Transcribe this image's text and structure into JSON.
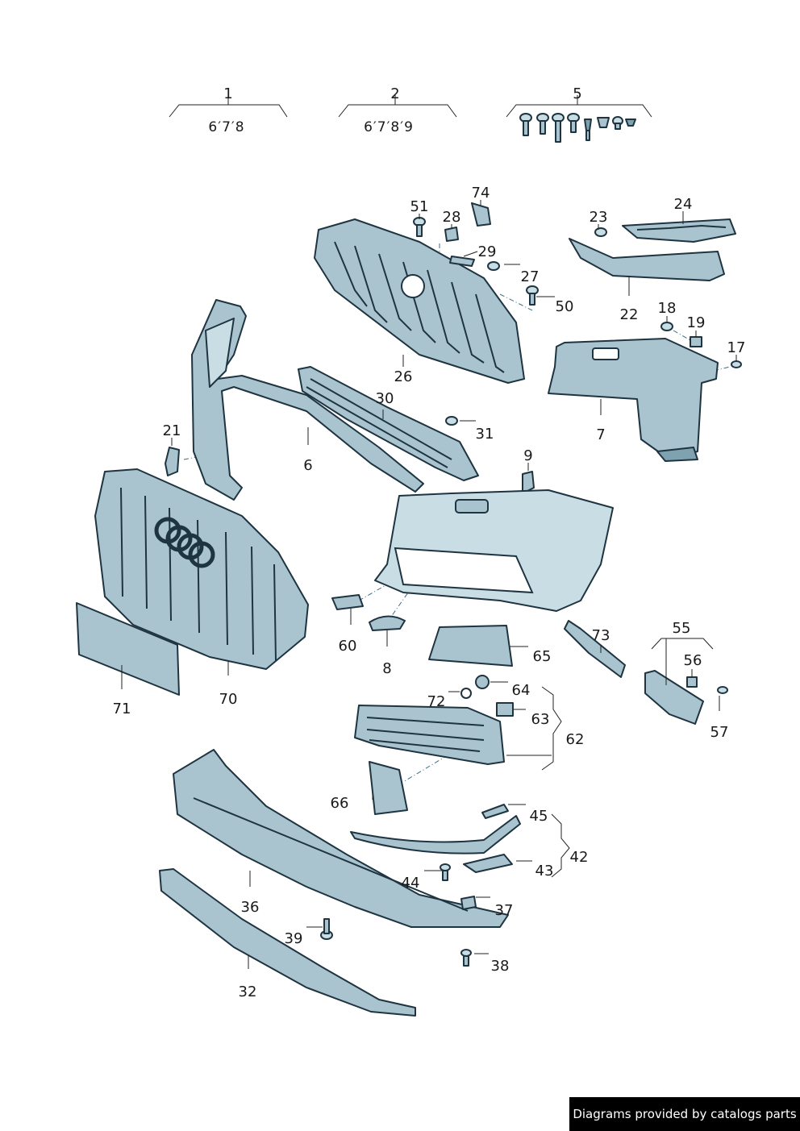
{
  "groups": [
    {
      "number": "1",
      "note": "6′7′8"
    },
    {
      "number": "2",
      "note": "6′7′8′9"
    },
    {
      "number": "5"
    }
  ],
  "callouts": {
    "c6": "6",
    "c7": "7",
    "c8": "8",
    "c9": "9",
    "c17": "17",
    "c18": "18",
    "c19": "19",
    "c21": "21",
    "c22": "22",
    "c23": "23",
    "c24": "24",
    "c26": "26",
    "c27": "27",
    "c28": "28",
    "c29": "29",
    "c30": "30",
    "c31": "31",
    "c32": "32",
    "c36": "36",
    "c37": "37",
    "c38": "38",
    "c39": "39",
    "c42": "42",
    "c43": "43",
    "c44": "44",
    "c45": "45",
    "c50": "50",
    "c51": "51",
    "c55": "55",
    "c56": "56",
    "c57": "57",
    "c60": "60",
    "c62": "62",
    "c63": "63",
    "c64": "64",
    "c65": "65",
    "c66": "66",
    "c70": "70",
    "c71": "71",
    "c72": "72",
    "c73": "73",
    "c74": "74"
  },
  "credit": "Diagrams provided by catalogs parts",
  "colors": {
    "part_fill": "#a9c4cf",
    "part_stroke": "#1e3440",
    "credit_bg": "#000000"
  }
}
